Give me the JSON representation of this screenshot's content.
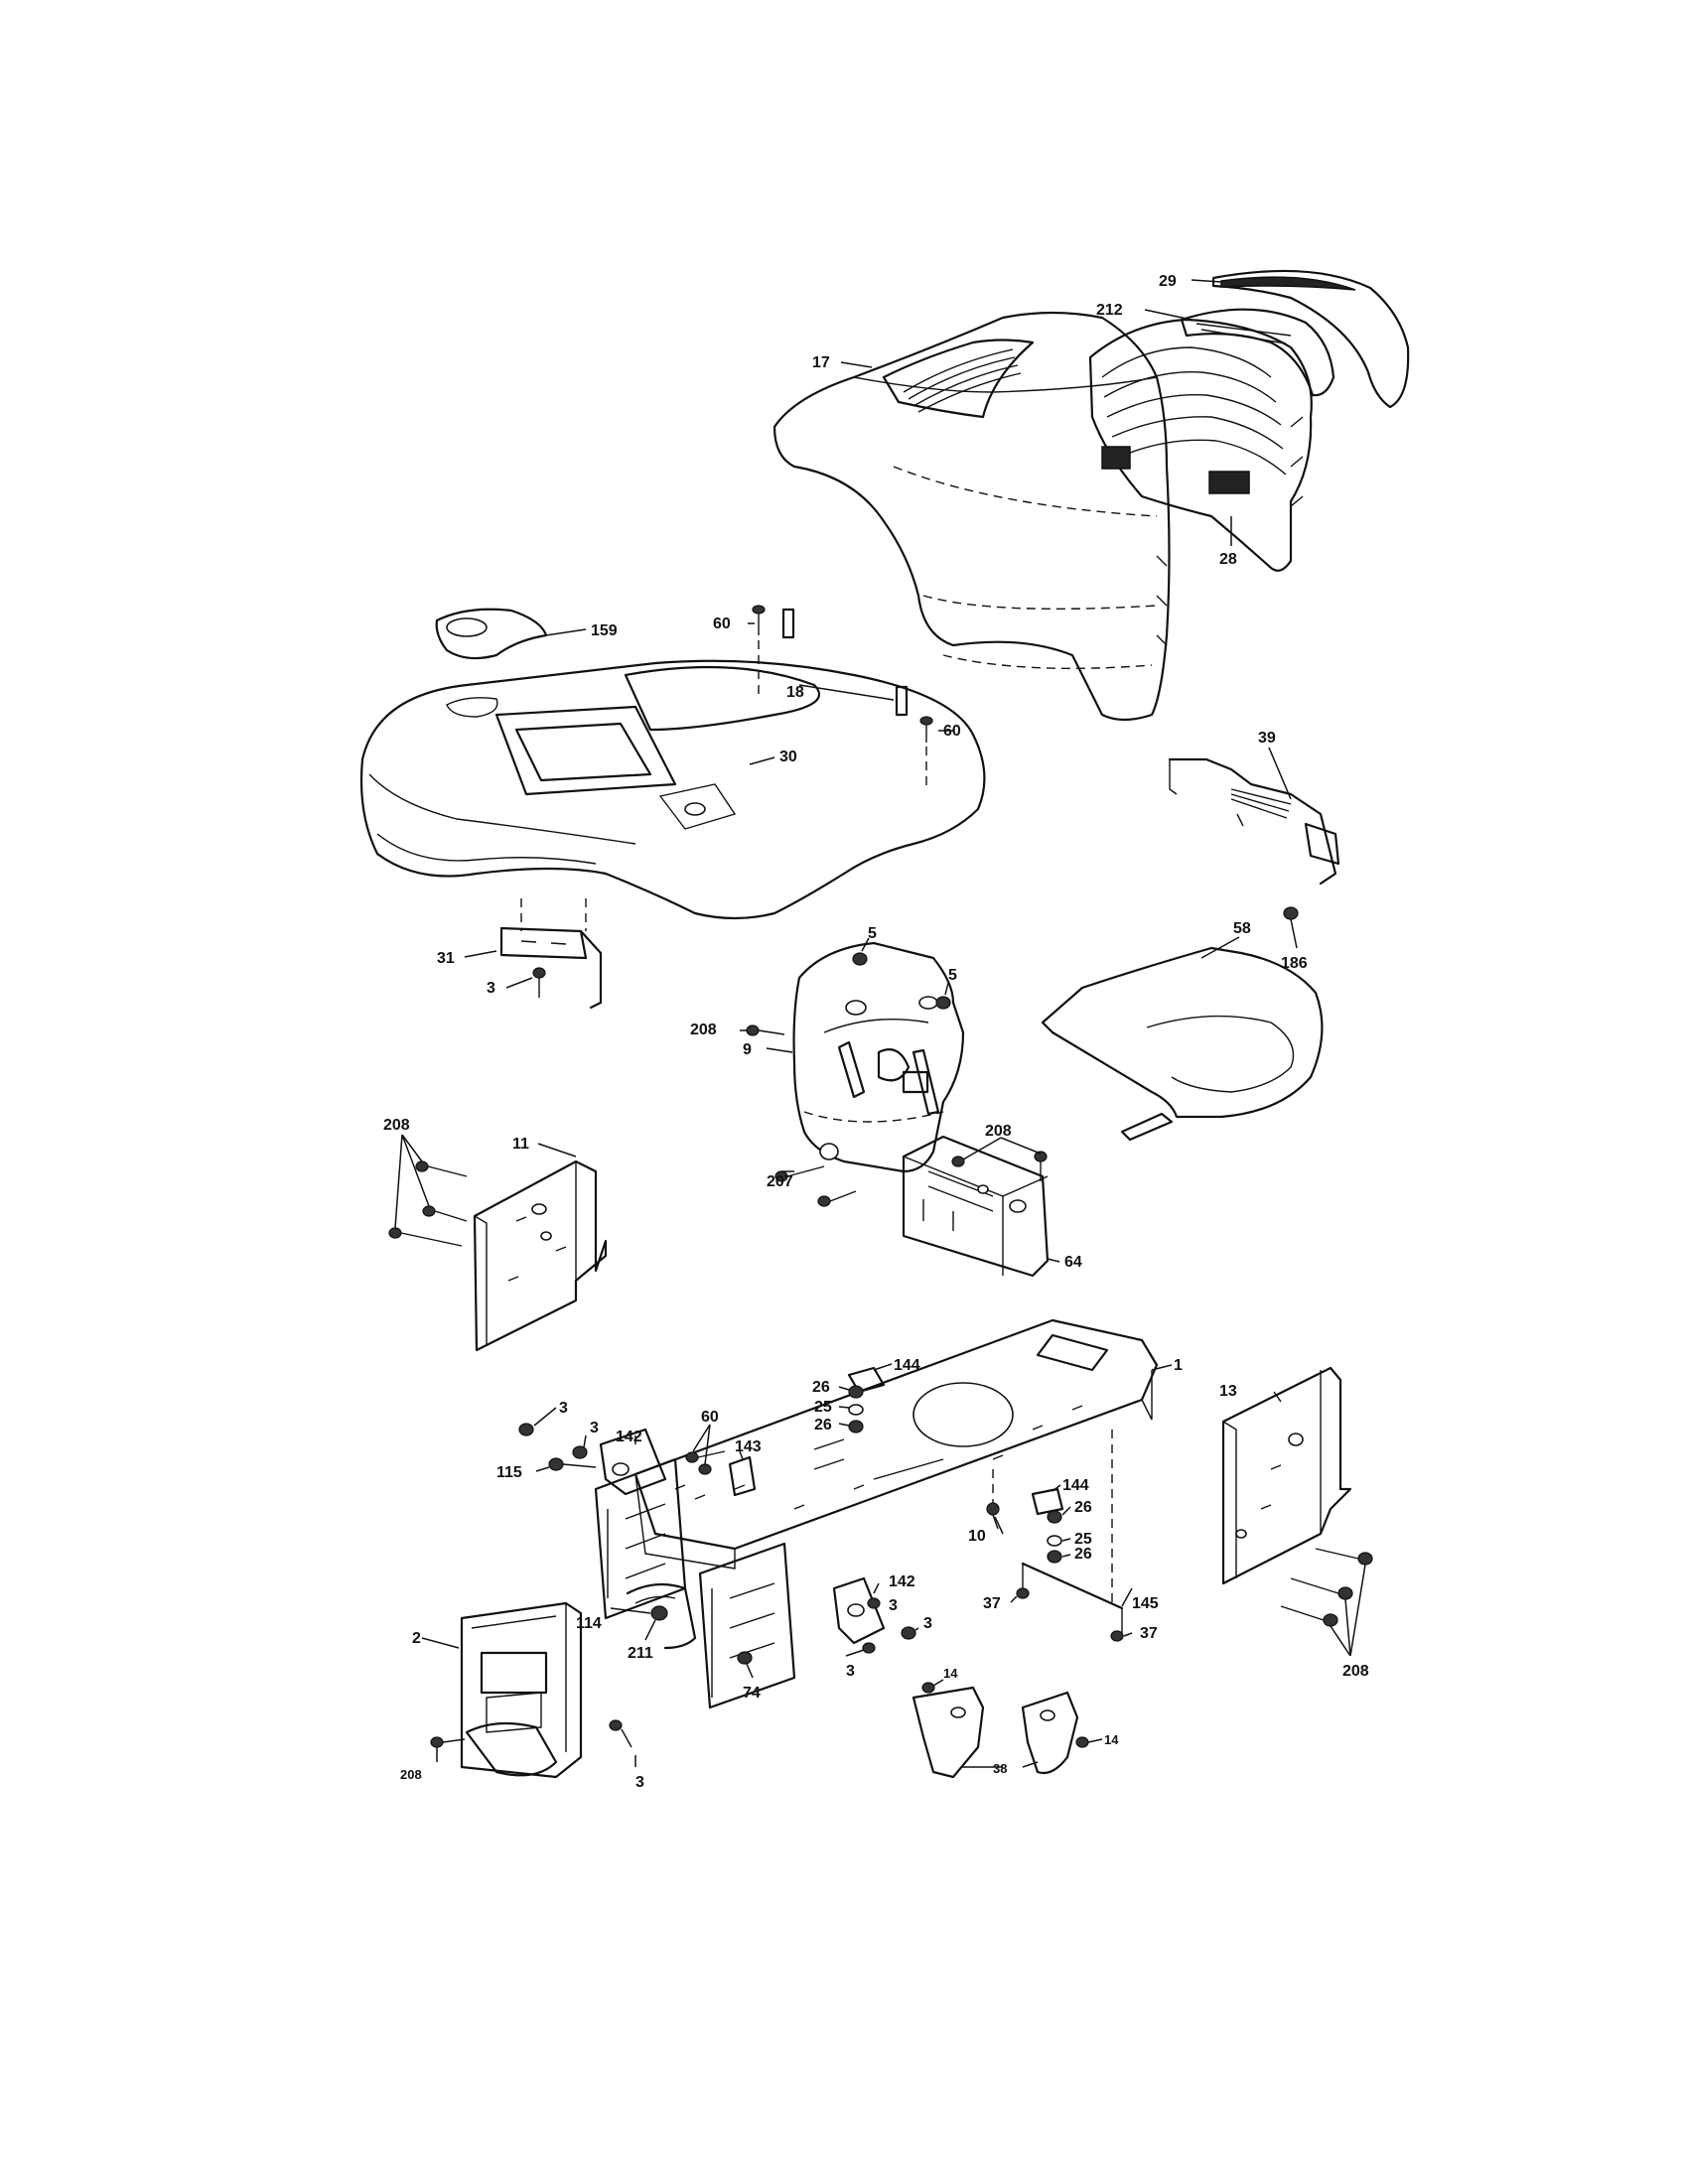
{
  "callouts": {
    "c29": "29",
    "c212": "212",
    "c17": "17",
    "c28": "28",
    "c159": "159",
    "c60a": "60",
    "c18": "18",
    "c60b": "60",
    "c30": "30",
    "c39": "39",
    "c186": "186",
    "c58": "58",
    "c31": "31",
    "c3a": "3",
    "c5a": "5",
    "c5b": "5",
    "c208a": "208",
    "c9": "9",
    "c11": "11",
    "c208b": "208",
    "c208c": "208",
    "c207": "207",
    "c64": "64",
    "c1": "1",
    "c144a": "144",
    "c26a": "26",
    "c25a": "25",
    "c26b": "26",
    "c3b": "3",
    "c3c": "3",
    "c60c": "60",
    "c142a": "142",
    "c143": "143",
    "c115": "115",
    "c13": "13",
    "c144b": "144",
    "c26c": "26",
    "c25b": "25",
    "c26d": "26",
    "c10": "10",
    "c37a": "37",
    "c145": "145",
    "c37b": "37",
    "c142b": "142",
    "c3d": "3",
    "c3e": "3",
    "c3f": "3",
    "c114": "114",
    "c211": "211",
    "c74": "74",
    "c2": "2",
    "c208d": "208",
    "c3g": "3",
    "c14a": "14",
    "c14b": "14",
    "c38": "38",
    "c208e": "208"
  }
}
